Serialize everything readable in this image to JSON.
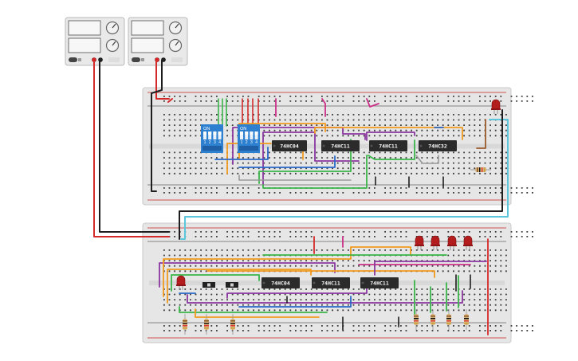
{
  "supplies": [
    {
      "id": "supply-1"
    },
    {
      "id": "supply-2"
    }
  ],
  "boards": [
    {
      "id": "breadboard-top",
      "chips": [
        "74HC04",
        "74HC11",
        "74HC11",
        "74HC32"
      ],
      "dip_switches": [
        {
          "label": "ON",
          "pins": [
            "1",
            "2",
            "3",
            "4"
          ]
        },
        {
          "label": "ON",
          "pins": [
            "1",
            "2",
            "3",
            "4"
          ]
        }
      ],
      "leds": 1,
      "resistors": 1
    },
    {
      "id": "breadboard-bottom",
      "chips": [
        "74HC04",
        "74HC11",
        "74HC11"
      ],
      "slide_switches": 2,
      "leds": 5,
      "resistors": 7
    }
  ],
  "colors": {
    "board": "#e6e6e6",
    "hole": "#3a3a3a",
    "rail_red": "#cc2222",
    "rail_black": "#222222",
    "chip": "#2b2b2b",
    "dip": "#2d7fd0",
    "led": "#b31d1d",
    "wire_red": "#d42a2a",
    "wire_black": "#1e1e1e",
    "wire_cyan": "#5bc6dc",
    "wire_orange": "#f29a1c",
    "wire_green": "#3bb54a",
    "wire_purple": "#8b37a0",
    "wire_blue": "#2a68c8",
    "wire_magenta": "#cc2f87",
    "wire_yellow": "#e8c51e",
    "wire_gray": "#9a9a9a",
    "wire_brown": "#9a5a2a"
  }
}
